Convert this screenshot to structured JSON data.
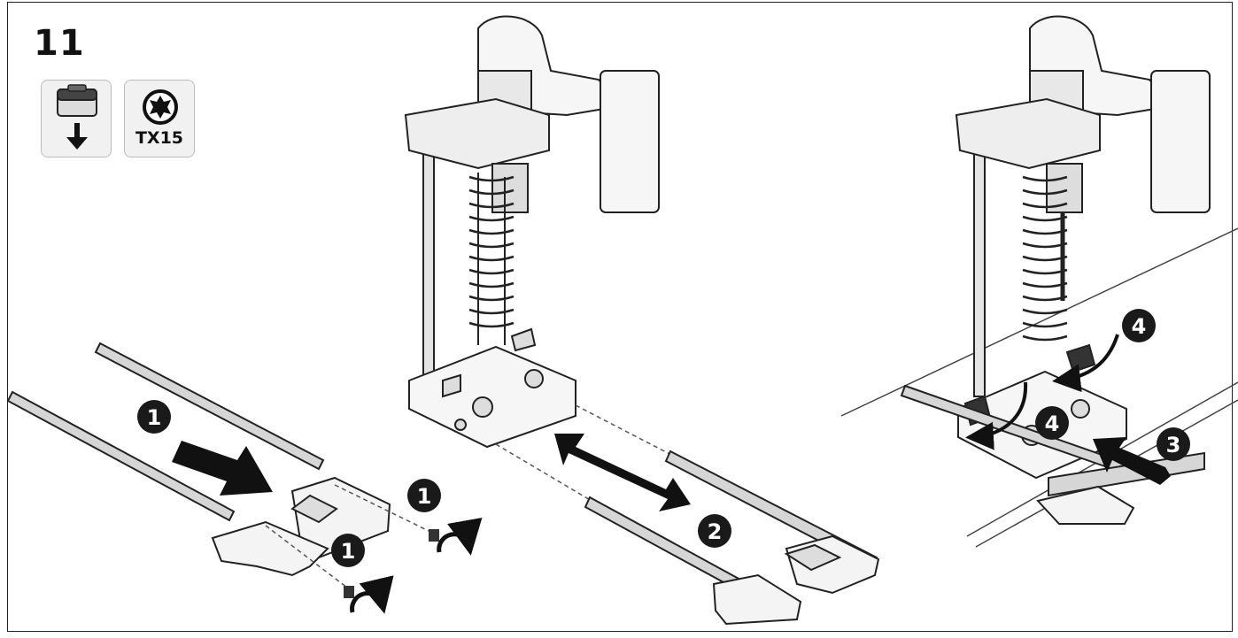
{
  "step": {
    "number": "11"
  },
  "tools": [
    {
      "name": "battery-remove-icon"
    },
    {
      "name": "torx-bit-icon",
      "label": "TX15"
    }
  ],
  "callouts": {
    "c1a": "1",
    "c1b": "1",
    "c1c": "1",
    "c2": "2",
    "c3": "3",
    "c4a": "4",
    "c4b": "4"
  },
  "colors": {
    "ink": "#111111",
    "badge": "#1a1a1a",
    "tile": "#f1f1f1",
    "part": "#d9d9d9"
  }
}
